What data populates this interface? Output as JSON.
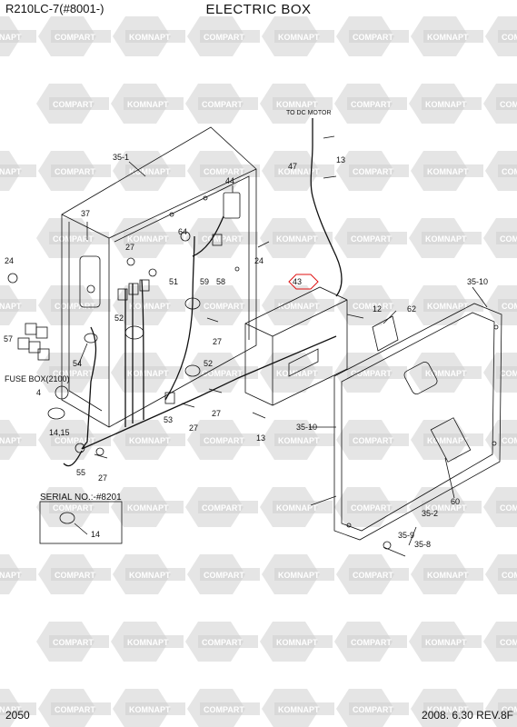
{
  "header": {
    "model": "R210LC-7(#8001-)",
    "title": "ELECTRIC BOX"
  },
  "footer": {
    "page": "2050",
    "date_rev": "2008. 6.30  REV.8F"
  },
  "annotations": {
    "serial": "SERIAL NO.:-#8201",
    "fuse_box": "FUSE BOX(2100)",
    "dc_motor": "TO DC MOTOR"
  },
  "watermark": {
    "text_a": "KOMNAPT",
    "text_b": "COMPART"
  },
  "callouts": {
    "c35_1": "35-1",
    "c37": "37",
    "c44": "44",
    "c64": "64",
    "c27a": "27",
    "c24a": "24",
    "c24b": "24",
    "c57": "57",
    "c52a": "52",
    "c51": "51",
    "c59": "59",
    "c58": "58",
    "c27b": "27",
    "c54": "54",
    "c52b": "52",
    "c4": "4",
    "c53": "53",
    "c27c": "27",
    "c27d": "27",
    "c14_15": "14,15",
    "c55": "55",
    "c27e": "27",
    "c14": "14",
    "c47": "47",
    "c13a": "13",
    "c43": "43",
    "c35_10a": "35-10",
    "c12": "12",
    "c62": "62",
    "c13b": "13",
    "c35_10b": "35-10",
    "c60": "60",
    "c35_2": "35-2",
    "c35_9": "35-9",
    "c35_8": "35-8"
  }
}
